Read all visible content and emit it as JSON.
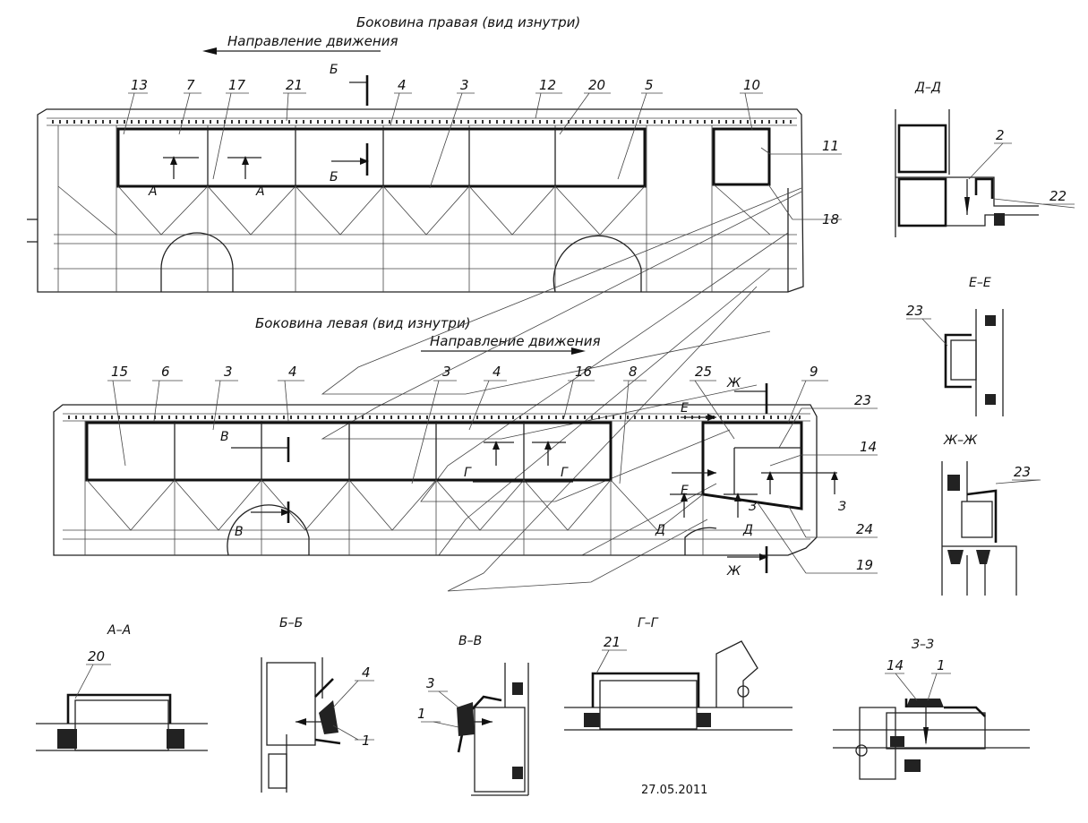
{
  "titles": {
    "right_side": "Боковина правая (вид изнутри)",
    "right_direction": "Направление движения",
    "left_side": "Боковина левая (вид изнутри)",
    "left_direction": "Направление движения",
    "date": "27.05.2011"
  },
  "right_labels": [
    "13",
    "7",
    "17",
    "21",
    "4",
    "3",
    "12",
    "20",
    "5",
    "10",
    "11",
    "18"
  ],
  "left_labels": [
    "15",
    "6",
    "3",
    "4",
    "3",
    "4",
    "16",
    "8",
    "25",
    "9",
    "23",
    "14",
    "24",
    "19"
  ],
  "cut_marks": {
    "a": "А",
    "b": "Б",
    "v": "В",
    "g": "Г",
    "d": "Д",
    "e": "Е",
    "zh": "Ж",
    "z": "З"
  },
  "sections": {
    "aa": {
      "title": "А–А",
      "labels": [
        "20"
      ]
    },
    "bb": {
      "title": "Б–Б",
      "labels": [
        "4",
        "1"
      ]
    },
    "vv": {
      "title": "В–В",
      "labels": [
        "3",
        "1"
      ]
    },
    "gg": {
      "title": "Г–Г",
      "labels": [
        "21"
      ]
    },
    "zz": {
      "title": "З–З",
      "labels": [
        "14",
        "1"
      ]
    },
    "dd": {
      "title": "Д–Д",
      "labels": [
        "2",
        "22"
      ]
    },
    "ee": {
      "title": "Е–Е",
      "labels": [
        "23"
      ]
    },
    "zhzh": {
      "title": "Ж–Ж",
      "labels": [
        "23"
      ]
    }
  }
}
